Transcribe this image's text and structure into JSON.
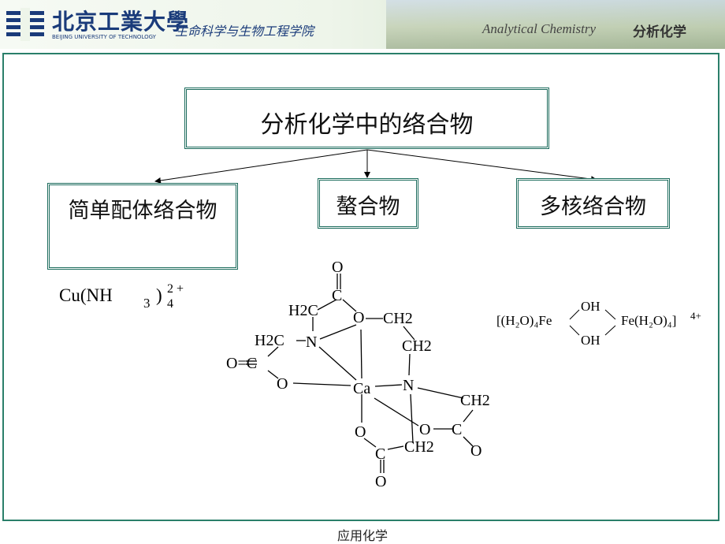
{
  "header": {
    "university_name": "北京工業大學",
    "university_en": "BEIJING UNIVERSITY OF TECHNOLOGY",
    "department": "生命科学与生物工程学院",
    "course_en": "Analytical Chemistry",
    "course_cn": "分析化学"
  },
  "diagram": {
    "root": "分析化学中的络合物",
    "children": [
      "简单配体络合物",
      "螯合物",
      "多核络合物"
    ]
  },
  "formulas": {
    "cu": {
      "base": "Cu(NH",
      "sub": "3",
      "close": ")",
      "sup": "2 +",
      "sub2": "4"
    },
    "fe": {
      "left": "[(H₂O)₄Fe",
      "oh_top": "OH",
      "oh_bottom": "OH",
      "right": "Fe(H₂O)₄]",
      "charge": "4+"
    },
    "edta_ca": {
      "atoms": [
        "O",
        "C",
        "H2C",
        "O",
        "CH2",
        "H2C",
        "N",
        "CH2",
        "O=C",
        "O",
        "Ca",
        "N",
        "CH2",
        "O",
        "O",
        "C",
        "C",
        "CH2",
        "O",
        "O"
      ]
    }
  },
  "footer": {
    "label": "应用化学"
  }
}
